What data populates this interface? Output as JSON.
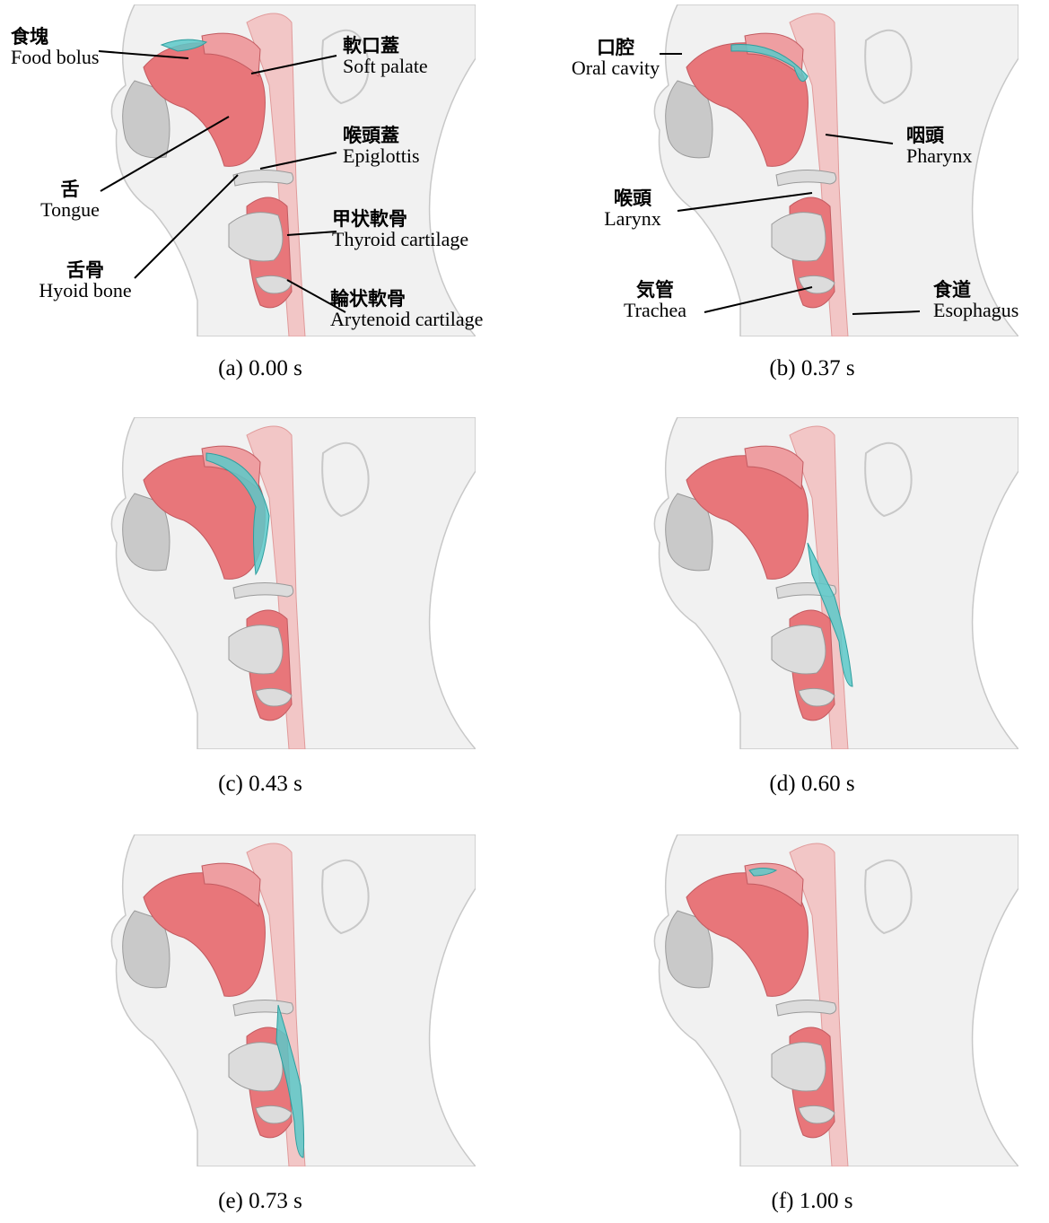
{
  "panels": [
    {
      "caption": "(a) 0.00 s",
      "bolus_stage": 0
    },
    {
      "caption": "(b) 0.37 s",
      "bolus_stage": 1
    },
    {
      "caption": "(c) 0.43 s",
      "bolus_stage": 2
    },
    {
      "caption": "(d) 0.60 s",
      "bolus_stage": 3
    },
    {
      "caption": "(e) 0.73 s",
      "bolus_stage": 4
    },
    {
      "caption": "(f) 1.00 s",
      "bolus_stage": 5
    }
  ],
  "labels": {
    "food_bolus": {
      "jp": "食塊",
      "en": "Food bolus"
    },
    "soft_palate": {
      "jp": "軟口蓋",
      "en": "Soft palate"
    },
    "epiglottis": {
      "jp": "喉頭蓋",
      "en": "Epiglottis"
    },
    "tongue": {
      "jp": "舌",
      "en": "Tongue"
    },
    "thyroid_cartilage": {
      "jp": "甲状軟骨",
      "en": "Thyroid cartilage"
    },
    "hyoid_bone": {
      "jp": "舌骨",
      "en": "Hyoid bone"
    },
    "arytenoid_cartilage": {
      "jp": "輪状軟骨",
      "en": "Arytenoid cartilage"
    },
    "oral_cavity": {
      "jp": "口腔",
      "en": "Oral cavity"
    },
    "pharynx": {
      "jp": "咽頭",
      "en": "Pharynx"
    },
    "larynx": {
      "jp": "喉頭",
      "en": "Larynx"
    },
    "trachea": {
      "jp": "気管",
      "en": "Trachea"
    },
    "esophagus": {
      "jp": "食道",
      "en": "Esophagus"
    }
  },
  "colors": {
    "tissue": "#e8767a",
    "tissue_light": "#f2b3b3",
    "bone": "#dcdcdc",
    "bolus": "#5cc9c9",
    "outline": "#c8c8c8"
  }
}
